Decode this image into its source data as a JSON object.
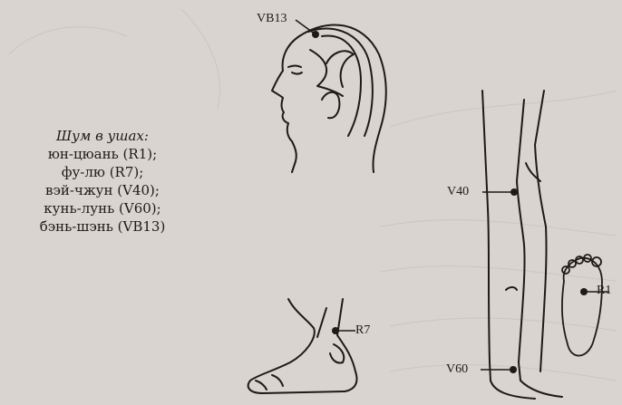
{
  "caption": {
    "title": "Шум в ушах:",
    "lines": [
      "юн-цюань (R1);",
      "фу-лю (R7);",
      "вэй-чжун (V40);",
      "кунь-лунь (V60);",
      "бэнь-шэнь (VB13)"
    ]
  },
  "labels": {
    "vb13": "VB13",
    "v40": "V40",
    "r1": "R1",
    "r7": "R7",
    "v60": "V60"
  }
}
